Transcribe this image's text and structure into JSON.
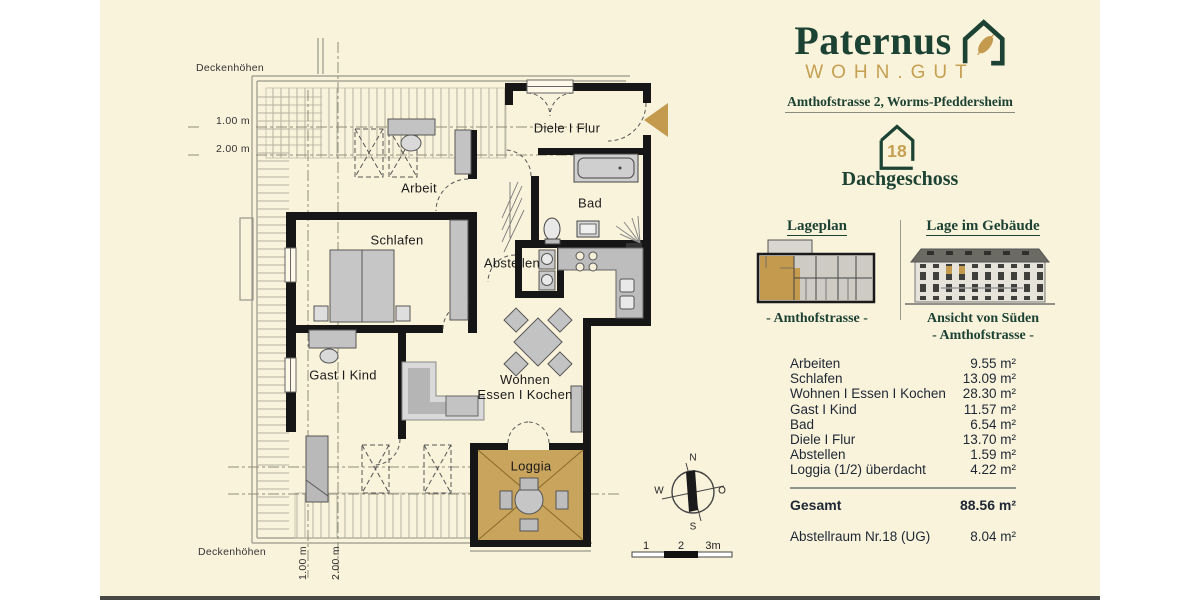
{
  "brand": {
    "name": "Paternus",
    "tagline": "WOHN.GUT",
    "address": "Amthofstrasse 2, Worms-Pfeddersheim",
    "unit_number": "18",
    "floor": "Dachgeschoss"
  },
  "colors": {
    "cream": "#FAF3DC",
    "brand_green": "#1C4233",
    "brand_gold": "#C5A052",
    "wall_black": "#161616",
    "loggia_gold": "#C8A45C"
  },
  "panels": {
    "site_plan_title": "Lageplan",
    "site_plan_caption": "- Amthofstrasse -",
    "building_title": "Lage im Gebäude",
    "building_caption1": "Ansicht von Süden",
    "building_caption2": "- Amthofstrasse -"
  },
  "areas": {
    "rows": [
      {
        "label": "Arbeiten",
        "value": "9.55 m²"
      },
      {
        "label": "Schlafen",
        "value": "13.09 m²"
      },
      {
        "label": "Wohnen I Essen I Kochen",
        "value": "28.30 m²"
      },
      {
        "label": "Gast I Kind",
        "value": "11.57 m²"
      },
      {
        "label": "Bad",
        "value": "6.54 m²"
      },
      {
        "label": "Diele I Flur",
        "value": "13.70 m²"
      },
      {
        "label": "Abstellen",
        "value": "1.59 m²"
      },
      {
        "label": "Loggia (1/2) überdacht",
        "value": "4.22 m²"
      }
    ],
    "total_label": "Gesamt",
    "total_value": "88.56 m²",
    "storage_label": "Abstellraum Nr.18 (UG)",
    "storage_value": "8.04 m²"
  },
  "plan": {
    "arbeit": "Arbeit",
    "schlafen": "Schlafen",
    "gast": "Gast I Kind",
    "diele": "Diele I Flur",
    "bad": "Bad",
    "abstellen": "Abstellen",
    "wohnen1": "Wohnen",
    "wohnen2": "Essen I Kochen",
    "loggia": "Loggia",
    "deckenhoehen": "Deckenhöhen",
    "h100": "1.00 m",
    "h200": "2.00 m",
    "compass": {
      "n": "N",
      "o": "O",
      "s": "S",
      "w": "W"
    },
    "scale": {
      "t1": "1",
      "t2": "2",
      "t3": "3m"
    }
  }
}
